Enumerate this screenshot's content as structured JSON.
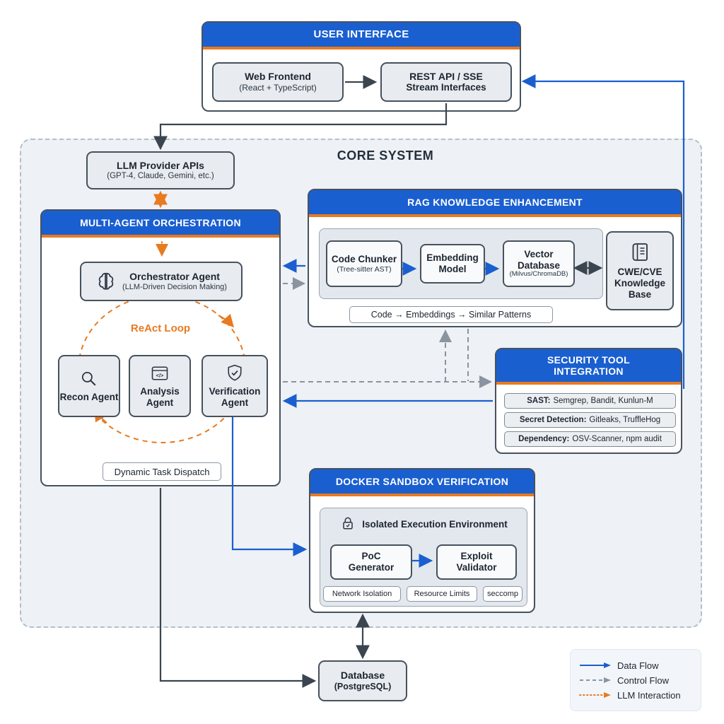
{
  "ui": {
    "title": "USER INTERFACE",
    "web_frontend_title": "Web Frontend",
    "web_frontend_sub": "(React + TypeScript)",
    "rest_api_line1": "REST API / SSE",
    "rest_api_line2": "Stream Interfaces"
  },
  "core": {
    "title": "CORE SYSTEM"
  },
  "llm_apis": {
    "title": "LLM Provider APIs",
    "sub": "(GPT-4, Claude, Gemini, etc.)"
  },
  "orchestration": {
    "title": "MULTI-AGENT ORCHESTRATION",
    "orchestrator_title": "Orchestrator Agent",
    "orchestrator_sub": "(LLM-Driven Decision Making)",
    "react_loop": "ReAct Loop",
    "agents": [
      {
        "name": "Recon Agent",
        "icon": "magnifier-icon"
      },
      {
        "name": "Analysis Agent",
        "icon": "code-window-icon"
      },
      {
        "name": "Verification Agent",
        "icon": "shield-check-icon"
      }
    ],
    "dispatch": "Dynamic Task Dispatch"
  },
  "rag": {
    "title": "RAG KNOWLEDGE ENHANCEMENT",
    "code_chunker_title": "Code Chunker",
    "code_chunker_sub": "(Tree-sitter AST)",
    "embedding_model": "Embedding Model",
    "vector_db_title": "Vector Database",
    "vector_db_sub": "(Milvus/ChromaDB)",
    "pipeline": "Code → Embeddings → Similar Patterns",
    "cwe_cve": "CWE/CVE Knowledge Base"
  },
  "security": {
    "title": "SECURITY TOOL INTEGRATION",
    "rows": [
      {
        "label": "SAST:",
        "value": "Semgrep, Bandit, Kunlun-M"
      },
      {
        "label": "Secret Detection:",
        "value": "Gitleaks, TruffleHog"
      },
      {
        "label": "Dependency:",
        "value": "OSV-Scanner, npm audit"
      }
    ]
  },
  "sandbox": {
    "title": "DOCKER SANDBOX VERIFICATION",
    "env": "Isolated Execution Environment",
    "poc": "PoC Generator",
    "validator": "Exploit Validator",
    "badges": [
      "Network Isolation",
      "Resource Limits",
      "seccomp"
    ]
  },
  "database": {
    "title": "Database",
    "sub": "(PostgreSQL)"
  },
  "legend": {
    "data_flow": "Data Flow",
    "control_flow": "Control Flow",
    "llm_interaction": "LLM Interaction"
  },
  "colors": {
    "header_blue": "#1a5fd0",
    "accent_orange": "#e87a20",
    "arrow_blue": "#1a5fd0",
    "arrow_gray": "#8a94a0",
    "arrow_dark": "#3a4550"
  }
}
